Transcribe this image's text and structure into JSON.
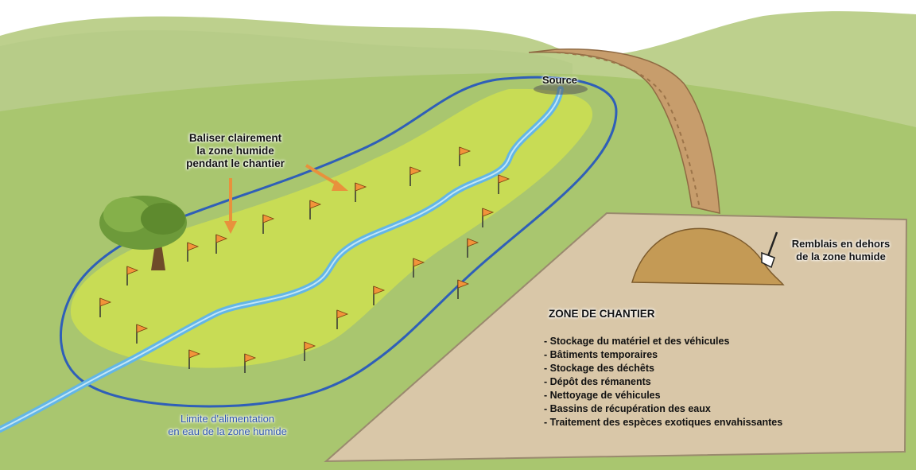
{
  "labels": {
    "source": "Source",
    "mark_wetland": [
      "Baliser clairement",
      "la zone humide",
      "pendant le chantier"
    ],
    "limit": [
      "Limite d'alimentation",
      "en eau de la zone humide"
    ],
    "fill": [
      "Remblais en dehors",
      "de la zone humide"
    ]
  },
  "work_zone": {
    "title": "ZONE DE CHANTIER",
    "items": [
      "Stockage du matériel et des véhicules",
      "Bâtiments temporaires",
      "Stockage des déchêts",
      "Dépôt des rémanents",
      "Nettoyage de véhicules",
      "Bassins de récupération des eaux",
      "Traitement des espèces exotiques envahissantes"
    ]
  },
  "colors": {
    "sky": "#ffffff",
    "hill": "#bcd08c",
    "meadow": "#a8c670",
    "wetland": "#c6dc52",
    "stream": "#63b6e6",
    "limit_line": "#2f5fb8",
    "work_zone": "#d9c7a8",
    "path": "#c79d6c",
    "flag": "#f2943a",
    "arrow": "#e8913c",
    "limit_text": "#2f56b0"
  },
  "icons": [
    "flag-icon",
    "tree-icon",
    "shovel-icon",
    "arrow-icon",
    "grass-tuft-icon"
  ]
}
